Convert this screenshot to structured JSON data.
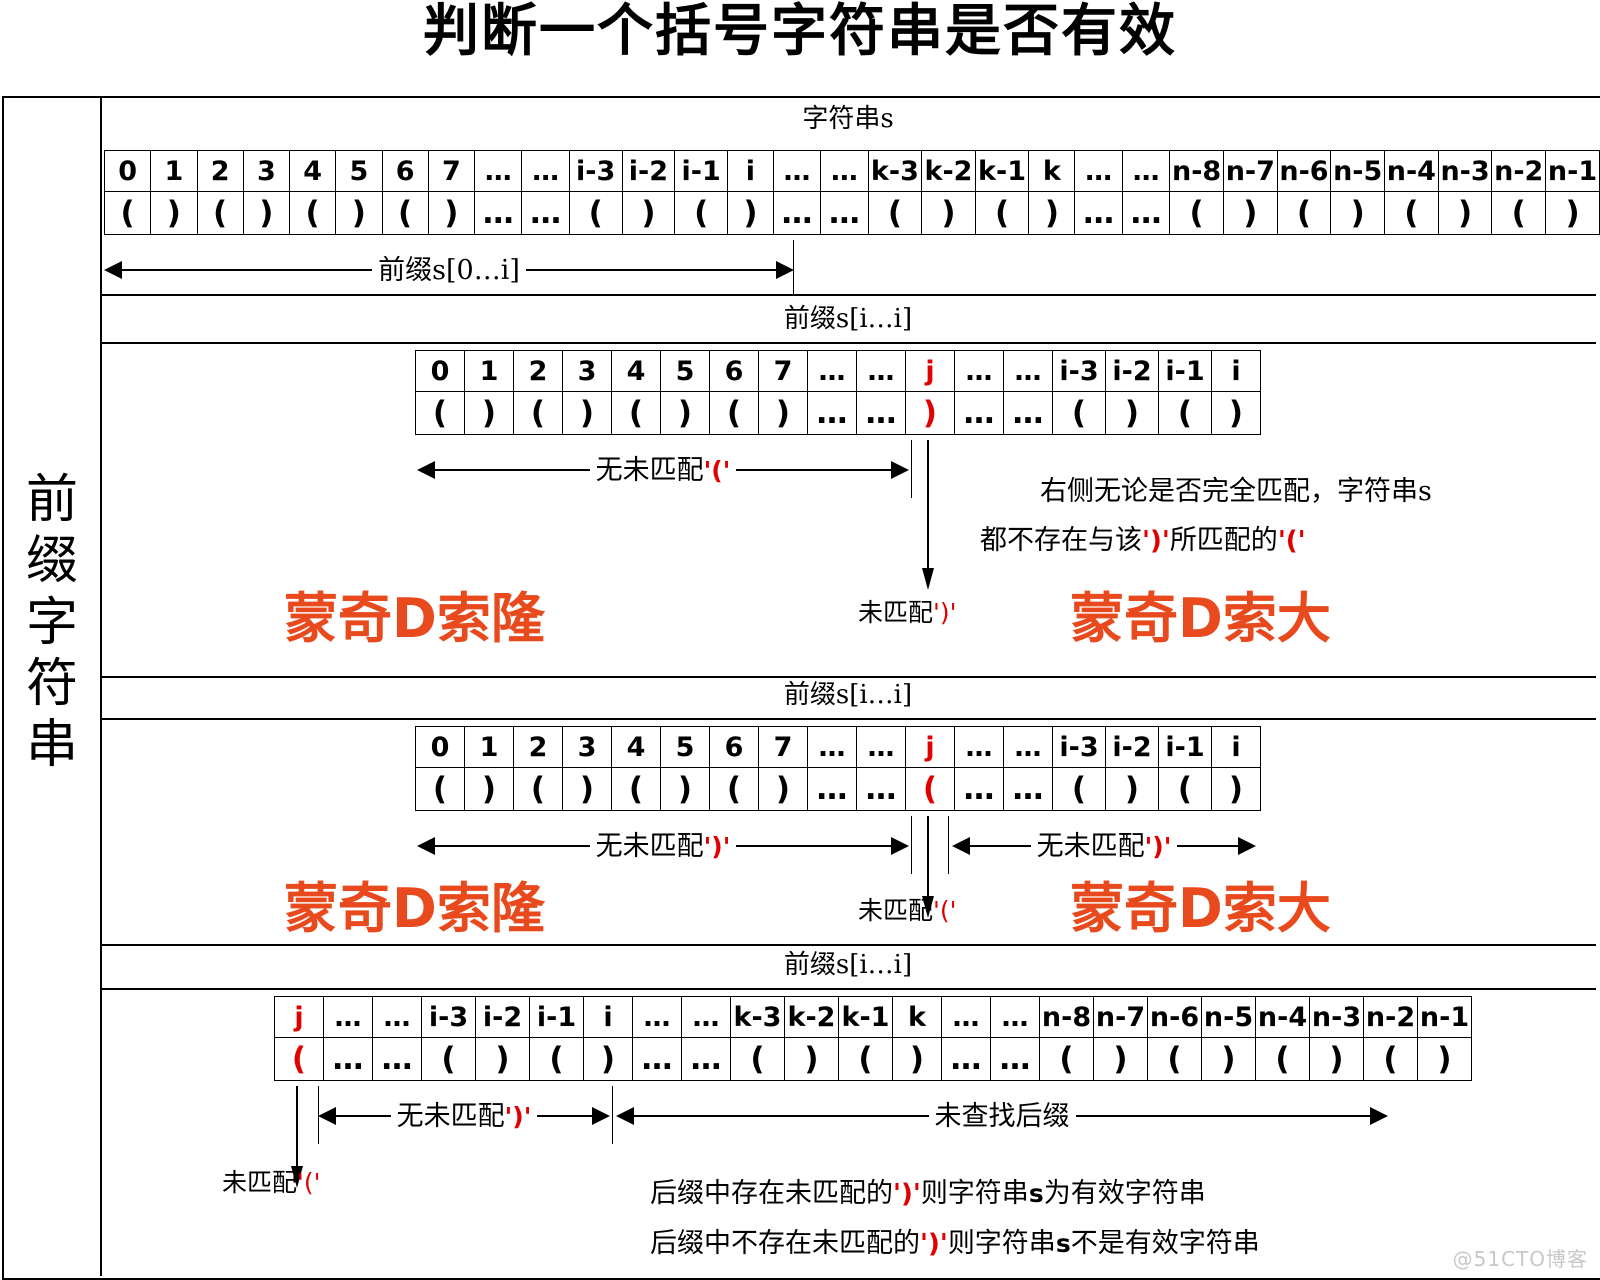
{
  "title": "判断一个括号字符串是否有效",
  "left_vertical_label": [
    "前",
    "缀",
    "字",
    "符",
    "串"
  ],
  "watermark": "@51CTO博客",
  "section1": {
    "caption": "字符串s",
    "index_row": [
      "0",
      "1",
      "2",
      "3",
      "4",
      "5",
      "6",
      "7",
      "…",
      "…",
      "i-3",
      "i-2",
      "i-1",
      "i",
      "…",
      "…",
      "k-3",
      "k-2",
      "k-1",
      "k",
      "…",
      "…",
      "n-8",
      "n-7",
      "n-6",
      "n-5",
      "n-4",
      "n-3",
      "n-2",
      "n-1"
    ],
    "value_row": [
      "(",
      ")",
      "(",
      ")",
      "(",
      ")",
      "(",
      ")",
      "…",
      "…",
      "(",
      ")",
      "(",
      ")",
      "…",
      "…",
      "(",
      ")",
      "(",
      ")",
      "…",
      "…",
      "(",
      ")",
      "(",
      ")",
      "(",
      ")",
      "(",
      ")"
    ],
    "range_label": "前缀s[0…i]"
  },
  "section2": {
    "caption": "前缀s[i…i]",
    "index_row": [
      "0",
      "1",
      "2",
      "3",
      "4",
      "5",
      "6",
      "7",
      "…",
      "…",
      "j",
      "…",
      "…",
      "i-3",
      "i-2",
      "i-1",
      "i"
    ],
    "value_row": [
      "(",
      ")",
      "(",
      ")",
      "(",
      ")",
      "(",
      ")",
      "…",
      "…",
      ")",
      "…",
      "…",
      "(",
      ")",
      "(",
      ")"
    ],
    "highlight_index": 10,
    "highlight_index_text": "j",
    "highlight_value_text": ")",
    "range_label_prefix": "无未匹配",
    "range_label_bracket": "'('",
    "down_label_prefix": "未匹配",
    "down_label_bracket": "')'",
    "right_note_line1": "右侧无论是否完全匹配，字符串s",
    "right_note_line2_a": "都不存在与该",
    "right_note_line2_b": "')'",
    "right_note_line2_c": "所匹配的",
    "right_note_line2_d": "'('",
    "orange_left": "蒙奇D索隆",
    "orange_right": "蒙奇D索大"
  },
  "section3": {
    "caption": "前缀s[i…i]",
    "index_row": [
      "0",
      "1",
      "2",
      "3",
      "4",
      "5",
      "6",
      "7",
      "…",
      "…",
      "j",
      "…",
      "…",
      "i-3",
      "i-2",
      "i-1",
      "i"
    ],
    "value_row": [
      "(",
      ")",
      "(",
      ")",
      "(",
      ")",
      "(",
      ")",
      "…",
      "…",
      "(",
      "…",
      "…",
      "(",
      ")",
      "(",
      ")"
    ],
    "highlight_index": 10,
    "highlight_index_text": "j",
    "highlight_value_text": "(",
    "range_left_label_prefix": "无未匹配",
    "range_left_label_bracket": "')'",
    "range_right_label_prefix": "无未匹配",
    "range_right_label_bracket": "')'",
    "down_label_prefix": "未匹配",
    "down_label_bracket": "'('",
    "orange_left": "蒙奇D索隆",
    "orange_right": "蒙奇D索大"
  },
  "section4": {
    "caption": "前缀s[i…i]",
    "index_row": [
      "j",
      "…",
      "…",
      "i-3",
      "i-2",
      "i-1",
      "i",
      "…",
      "…",
      "k-3",
      "k-2",
      "k-1",
      "k",
      "…",
      "…",
      "n-8",
      "n-7",
      "n-6",
      "n-5",
      "n-4",
      "n-3",
      "n-2",
      "n-1"
    ],
    "value_row": [
      "(",
      "…",
      "…",
      "(",
      ")",
      "(",
      ")",
      "…",
      "…",
      "(",
      ")",
      "(",
      ")",
      "…",
      "…",
      "(",
      ")",
      "(",
      ")",
      "(",
      ")",
      "(",
      ")"
    ],
    "highlight_index": 0,
    "highlight_index_text": "j",
    "highlight_value_text": "(",
    "range_left_label_prefix": "无未匹配",
    "range_left_label_bracket": "')'",
    "range_right_label": "未查找后缀",
    "down_label_prefix": "未匹配",
    "down_label_bracket": "'('",
    "conclusion1_a": "后缀中存在未匹配的",
    "conclusion1_b": "')'",
    "conclusion1_c": "则字符串",
    "conclusion1_d": "s",
    "conclusion1_e": "为有效字符串",
    "conclusion2_a": "后缀中不存在未匹配的",
    "conclusion2_b": "')'",
    "conclusion2_c": "则字符串",
    "conclusion2_d": "s",
    "conclusion2_e": "不是有效字符串"
  },
  "colors": {
    "red": "#e00000",
    "orange": "#e8491d",
    "line": "#000000",
    "watermark": "#c8c8c8"
  }
}
